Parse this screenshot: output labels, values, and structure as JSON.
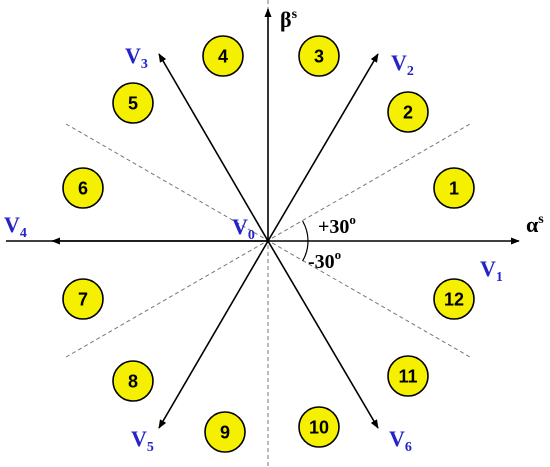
{
  "colors": {
    "vector_label": "#2424c8",
    "sector_fill": "#f5ef00",
    "sector_stroke": "#000000",
    "axis": "#000000",
    "dashed": "#777777"
  },
  "axes": {
    "alpha": {
      "base": "α",
      "sup": "s"
    },
    "beta": {
      "base": "β",
      "sup": "s"
    }
  },
  "angles": {
    "plus": {
      "base": "+30",
      "sup": "o"
    },
    "minus": {
      "base": "-30",
      "sup": "o"
    }
  },
  "vectors": [
    {
      "id": "V0",
      "base": "V",
      "sub": "0"
    },
    {
      "id": "V1",
      "base": "V",
      "sub": "1"
    },
    {
      "id": "V2",
      "base": "V",
      "sub": "2"
    },
    {
      "id": "V3",
      "base": "V",
      "sub": "3"
    },
    {
      "id": "V4",
      "base": "V",
      "sub": "4"
    },
    {
      "id": "V5",
      "base": "V",
      "sub": "5"
    },
    {
      "id": "V6",
      "base": "V",
      "sub": "6"
    }
  ],
  "sectors": [
    "1",
    "2",
    "3",
    "4",
    "5",
    "6",
    "7",
    "8",
    "9",
    "10",
    "11",
    "12"
  ]
}
